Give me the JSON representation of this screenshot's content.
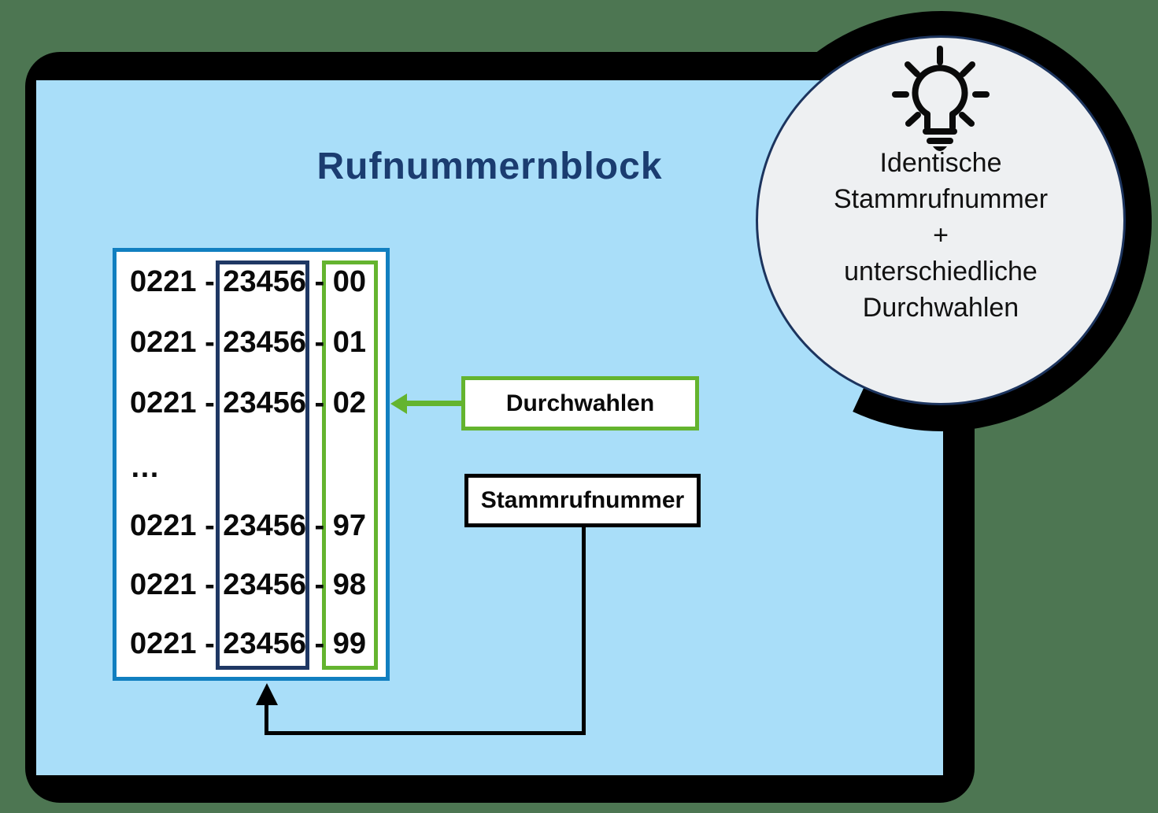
{
  "panel": {
    "title": "Rufnummernblock"
  },
  "number_block": {
    "rows": [
      "0221 - 23456 - 00",
      "0221 - 23456 - 01",
      "0221 - 23456 - 02",
      "…",
      "0221 - 23456 - 97",
      "0221 - 23456 - 98",
      "0221 - 23456 - 99"
    ]
  },
  "labels": {
    "durchwahlen": "Durchwahlen",
    "stammrufnummer": "Stammrufnummer"
  },
  "callout": {
    "icon": "lightbulb-icon",
    "lines": [
      "Identische",
      "Stammrufnummer",
      "+",
      "unterschiedliche",
      "Durchwahlen"
    ]
  },
  "colors": {
    "page_background": "#4d7652",
    "panel_fill": "#a9def9",
    "panel_shadow": "#000000",
    "title_text": "#1b3c70",
    "list_box_border": "#117fc0",
    "stamm_column_border": "#1f3864",
    "durchwahl_column_border": "#64b42f",
    "green_accent": "#64b42f",
    "callout_fill": "#eef0f2",
    "callout_border": "#1c345e",
    "number_text": "#0a0a0a"
  }
}
